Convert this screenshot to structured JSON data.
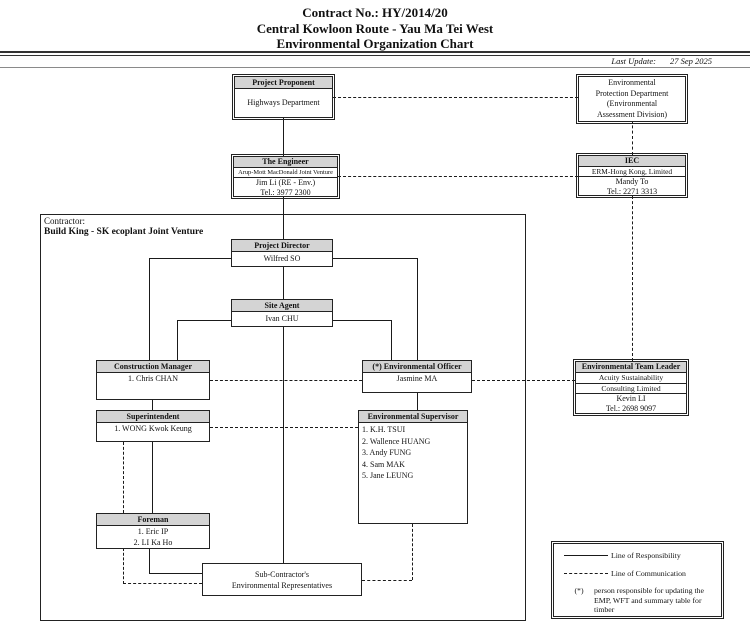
{
  "header": {
    "title_lines": [
      "Contract No.: HY/2014/20",
      "Central Kowloon Route - Yau Ma Tei West",
      "Environmental Organization Chart"
    ],
    "last_update_label": "Last Update:",
    "last_update_value": "27 Sep 2025"
  },
  "contractor": {
    "label": "Contractor:",
    "name": "Build King - SK ecoplant Joint Venture"
  },
  "boxes": {
    "project_proponent": {
      "header": "Project Proponent",
      "line1": "Highways Department"
    },
    "epd": {
      "lines": [
        "Environmental",
        "Protection Department",
        "(Environmental",
        "Assessment Division)"
      ]
    },
    "engineer": {
      "header": "The Engineer",
      "subheader": "Arup-Mott MacDonald Joint Venture",
      "line1": "Jim Li (RE - Env.)",
      "line2": "Tel.: 3977 2300"
    },
    "iec": {
      "header": "IEC",
      "subheader": "ERM-Hong Kong, Limited",
      "line1": "Mandy To",
      "line2": "Tel.: 2271 3313"
    },
    "project_director": {
      "header": "Project Director",
      "line1": "Wilfred SO"
    },
    "site_agent": {
      "header": "Site Agent",
      "line1": "Ivan CHU"
    },
    "construction_manager": {
      "header": "Construction Manager",
      "line1": "1. Chris CHAN"
    },
    "environmental_officer": {
      "header": "(*) Environmental Officer",
      "line1": "Jasmine MA"
    },
    "superintendent": {
      "header": "Superintendent",
      "line1": "1. WONG Kwok Keung"
    },
    "environmental_supervisor": {
      "header": "Environmental Supervisor",
      "members": [
        "1. K.H. TSUI",
        "2. Wallence HUANG",
        "3. Andy FUNG",
        "4. Sam MAK",
        "5. Jane LEUNG"
      ]
    },
    "foreman": {
      "header": "Foreman",
      "line1": "1. Eric IP",
      "line2": "2. LI Ka Ho"
    },
    "subcontractor": {
      "line1": "Sub-Contractor's",
      "line2": "Environmental Representatives"
    },
    "environmental_team_leader": {
      "header": "Environmental Team Leader",
      "subheader_line1": "Acuity Sustainability",
      "subheader_line2": "Consulting Limited",
      "line1": "Kevin LI",
      "line2": "Tel.: 2698 9097"
    }
  },
  "legend": {
    "responsibility": "Line of Responsibility",
    "communication": "Line of Communication",
    "asterisk_symbol": "(*)",
    "asterisk_text": "person responsible for updating the EMP, WFT and summary table for timber"
  },
  "colors": {
    "header_shade": "#d4d4d4",
    "line": "#1a1a1a"
  }
}
